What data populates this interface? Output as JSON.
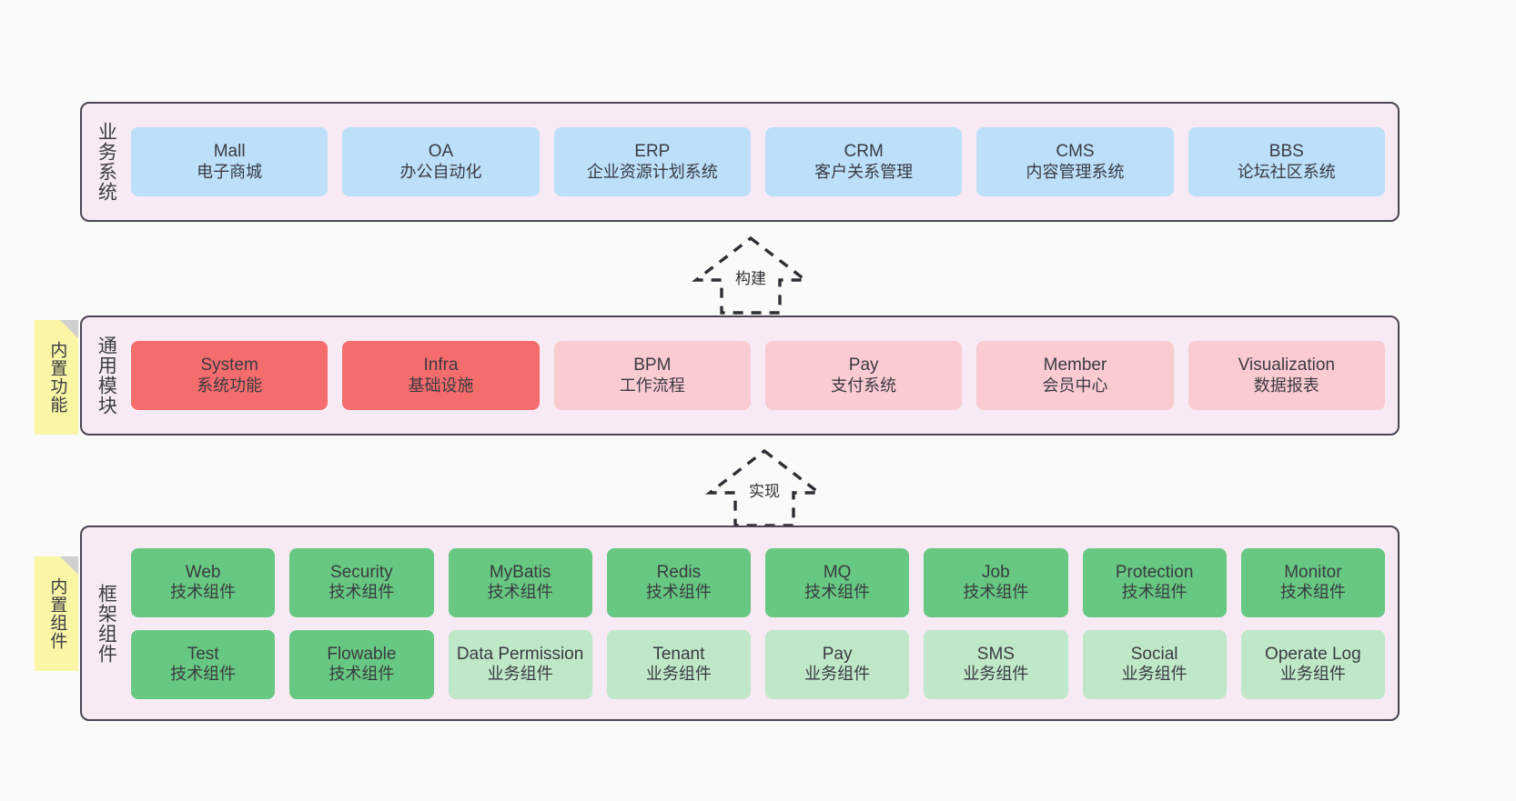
{
  "diagram": {
    "background": "#FAFAF8",
    "panel_fill": "#F7EAF4",
    "panel_stroke": "#4B4453",
    "note_fill": "#FAF6A6",
    "colors": {
      "blue": "#BCE0FA",
      "red": "#F56C6C",
      "pink": "#FBCBD2",
      "green": "#67C881",
      "lightgreen": "#BFE8C8"
    }
  },
  "layers": [
    {
      "id": "business-systems",
      "title": "业务系统",
      "note": null,
      "rows": [
        [
          {
            "name": "Mall",
            "sub": "电子商城",
            "color": "blue"
          },
          {
            "name": "OA",
            "sub": "办公自动化",
            "color": "blue"
          },
          {
            "name": "ERP",
            "sub": "企业资源计划系统",
            "color": "blue"
          },
          {
            "name": "CRM",
            "sub": "客户关系管理",
            "color": "blue"
          },
          {
            "name": "CMS",
            "sub": "内容管理系统",
            "color": "blue"
          },
          {
            "name": "BBS",
            "sub": "论坛社区系统",
            "color": "blue"
          }
        ]
      ]
    },
    {
      "id": "common-modules",
      "title": "通用模块",
      "note": "内置功能",
      "rows": [
        [
          {
            "name": "System",
            "sub": "系统功能",
            "color": "red"
          },
          {
            "name": "Infra",
            "sub": "基础设施",
            "color": "red"
          },
          {
            "name": "BPM",
            "sub": "工作流程",
            "color": "pink"
          },
          {
            "name": "Pay",
            "sub": "支付系统",
            "color": "pink"
          },
          {
            "name": "Member",
            "sub": "会员中心",
            "color": "pink"
          },
          {
            "name": "Visualization",
            "sub": "数据报表",
            "color": "pink"
          }
        ]
      ]
    },
    {
      "id": "framework-components",
      "title": "框架组件",
      "note": "内置组件",
      "rows": [
        [
          {
            "name": "Web",
            "sub": "技术组件",
            "color": "green"
          },
          {
            "name": "Security",
            "sub": "技术组件",
            "color": "green"
          },
          {
            "name": "MyBatis",
            "sub": "技术组件",
            "color": "green"
          },
          {
            "name": "Redis",
            "sub": "技术组件",
            "color": "green"
          },
          {
            "name": "MQ",
            "sub": "技术组件",
            "color": "green"
          },
          {
            "name": "Job",
            "sub": "技术组件",
            "color": "green"
          },
          {
            "name": "Protection",
            "sub": "技术组件",
            "color": "green"
          },
          {
            "name": "Monitor",
            "sub": "技术组件",
            "color": "green"
          }
        ],
        [
          {
            "name": "Test",
            "sub": "技术组件",
            "color": "green"
          },
          {
            "name": "Flowable",
            "sub": "技术组件",
            "color": "green"
          },
          {
            "name": "Data Permission",
            "sub": "业务组件",
            "color": "lightgreen"
          },
          {
            "name": "Tenant",
            "sub": "业务组件",
            "color": "lightgreen"
          },
          {
            "name": "Pay",
            "sub": "业务组件",
            "color": "lightgreen"
          },
          {
            "name": "SMS",
            "sub": "业务组件",
            "color": "lightgreen"
          },
          {
            "name": "Social",
            "sub": "业务组件",
            "color": "lightgreen"
          },
          {
            "name": "Operate Log",
            "sub": "业务组件",
            "color": "lightgreen"
          }
        ]
      ]
    }
  ],
  "connectors": [
    {
      "id": "build",
      "label": "构建"
    },
    {
      "id": "implement",
      "label": "实现"
    }
  ]
}
